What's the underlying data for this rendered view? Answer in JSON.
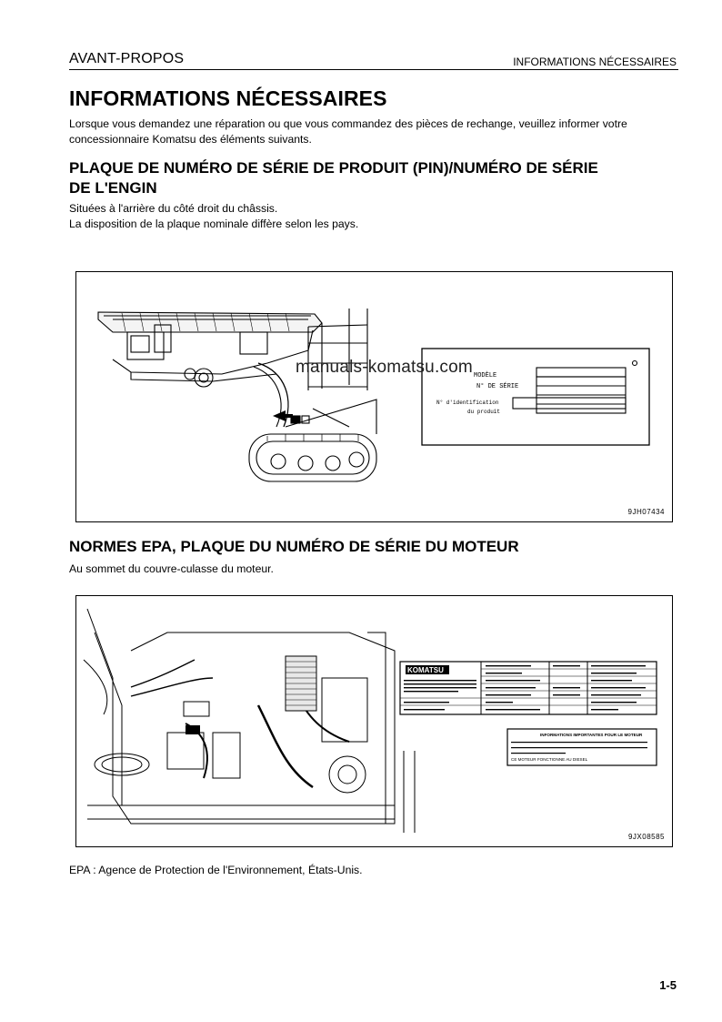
{
  "header": {
    "section": "AVANT-PROPOS",
    "topic": "INFORMATIONS NÉCESSAIRES"
  },
  "title": "INFORMATIONS NÉCESSAIRES",
  "intro": {
    "line1": "Lorsque vous demandez une réparation ou que vous commandez des pièces de rechange, veuillez informer votre",
    "line2": "concessionnaire Komatsu des éléments suivants."
  },
  "section_pin": {
    "heading_line1": "PLAQUE DE NUMÉRO DE SÉRIE DE PRODUIT (PIN)/NUMÉRO DE SÉRIE",
    "heading_line2": "DE L'ENGIN",
    "text_line1": "Situées à l'arrière du côté droit du châssis.",
    "text_line2": "La disposition de la plaque nominale diffère selon les pays.",
    "figure": {
      "code": "9JH07434",
      "plate": {
        "modele": "MODÈLE",
        "serie": "N° DE SÉRIE",
        "pin_label_1": "N° d'identification",
        "pin_label_2": "du produit"
      }
    }
  },
  "watermark": "manuals-komatsu.com",
  "section_epa": {
    "heading": "NORMES EPA, PLAQUE DU NUMÉRO DE SÉRIE DU MOTEUR",
    "text": "Au sommet du couvre-culasse du moteur.",
    "figure": {
      "code": "9JX08585",
      "logo": "KOMATSU",
      "note_title": "INFORMATIONS IMPORTANTES POUR LE MOTEUR",
      "note_line": "CE MOTEUR FONCTIONNE AU DIESEL"
    }
  },
  "footnote": "EPA : Agence de Protection de l'Environnement, États-Unis.",
  "page_number": "1-5"
}
